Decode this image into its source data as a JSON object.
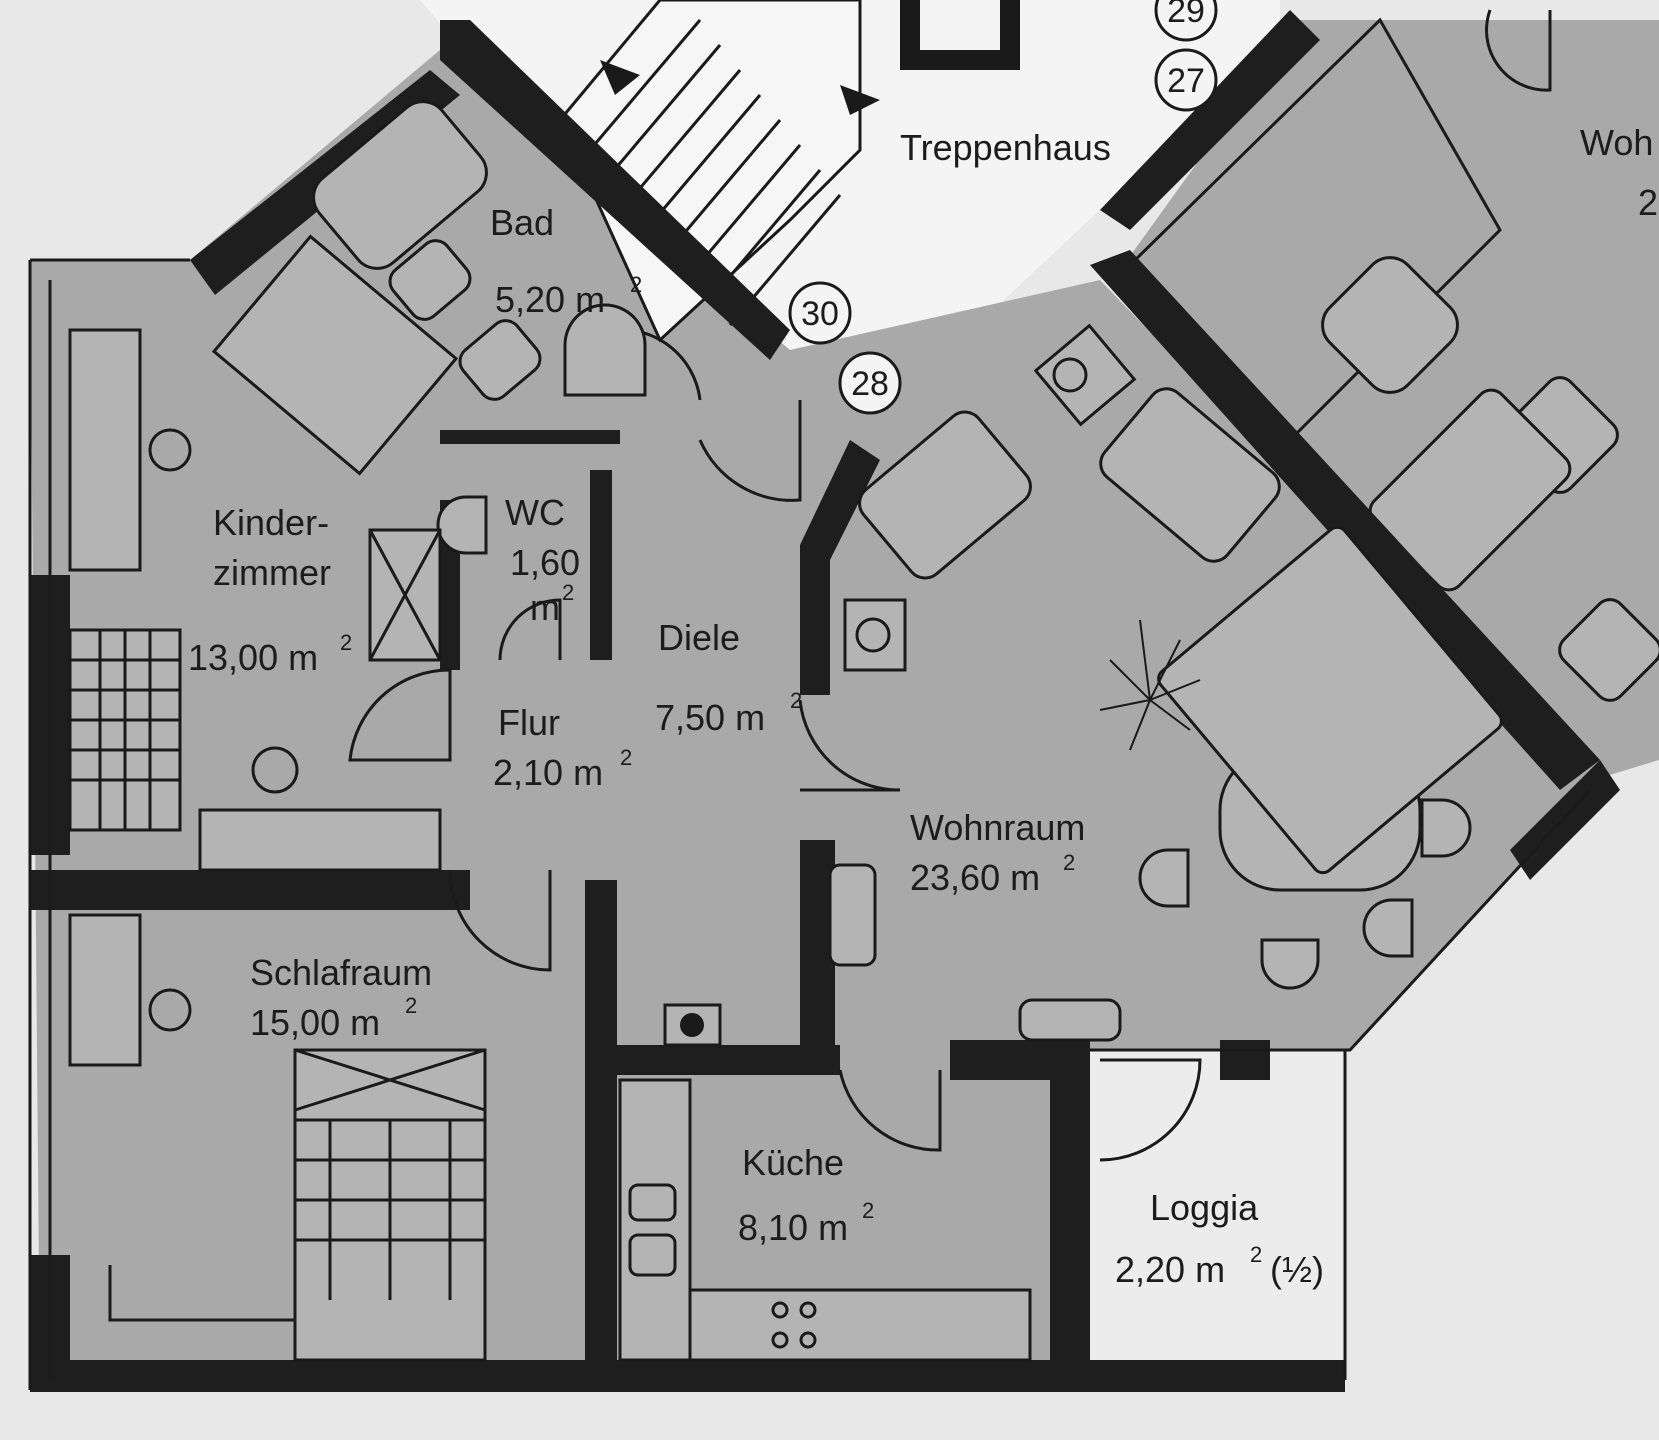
{
  "rooms": {
    "treppenhaus": "Treppenhaus",
    "wohnraum_neighbor": "Woh",
    "wohnraum_neighbor_area": "2",
    "bad": "Bad",
    "bad_area": "5,20 m",
    "kinderzimmer_1": "Kinder-",
    "kinderzimmer_2": "zimmer",
    "kinderzimmer_area": "13,00 m",
    "wc": "WC",
    "wc_area_1": "1,60",
    "wc_area_2": "m",
    "diele": "Diele",
    "diele_area": "7,50 m",
    "flur": "Flur",
    "flur_area": "2,10 m",
    "wohnraum": "Wohnraum",
    "wohnraum_area": "23,60 m",
    "schlafraum": "Schlafraum",
    "schlafraum_area": "15,00 m",
    "kueche": "Küche",
    "kueche_area": "8,10 m",
    "loggia": "Loggia",
    "loggia_area": "2,20 m",
    "loggia_note": "(½)"
  },
  "superscript": "2",
  "unit_numbers": [
    "29",
    "27",
    "30",
    "28"
  ]
}
